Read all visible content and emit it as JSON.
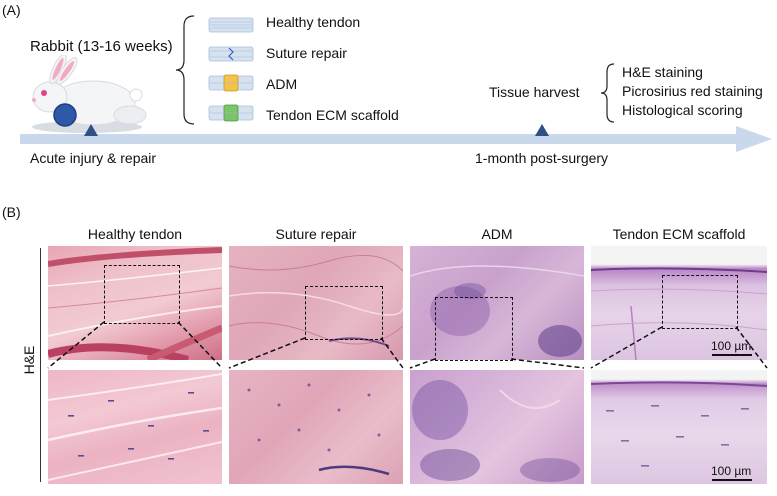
{
  "panelA": {
    "label": "(A)",
    "animal": "Rabbit (13-16 weeks)",
    "groups": [
      "Healthy tendon",
      "Suture repair",
      "ADM",
      "Tendon ECM scaffold"
    ],
    "harvest": "Tissue harvest",
    "analyses": [
      "H&E staining",
      "Picrosirius red staining",
      "Histological scoring"
    ],
    "timeline_start": "Acute injury & repair",
    "timeline_end": "1-month post-surgery",
    "colors": {
      "timeline": "#c9d8ea",
      "marker": "#2f4f86",
      "suture": "#3a5ec4",
      "adm": "#f3c24b",
      "scaffold": "#7cc46a",
      "tendon": "#b9cde3"
    }
  },
  "panelB": {
    "label": "(B)",
    "row_label": "H&E",
    "columns": [
      "Healthy tendon",
      "Suture repair",
      "ADM",
      "Tendon ECM scaffold"
    ],
    "scalebars": [
      "100 µm",
      "100 µm"
    ]
  }
}
